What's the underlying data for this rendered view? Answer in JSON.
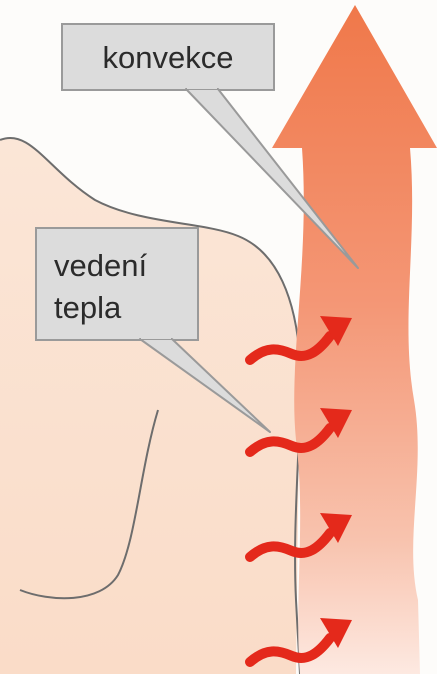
{
  "labels": {
    "convection": "konvekce",
    "conduction_line1": "vedení",
    "conduction_line2": "tepla"
  },
  "colors": {
    "background": "#fdfcfa",
    "skin": "#fbe3d2",
    "body_outline": "#6d6d6d",
    "arrow_top": "#f0784a",
    "arrow_bottom": "#fde9e1",
    "wavy_heat_arrow": "#e4291b",
    "callout_fill": "#dcdcdc",
    "callout_border": "#9a9a9a",
    "text": "#2b2b2b"
  },
  "icons": {
    "large_arrow": "convection-up-arrow",
    "small_arrows": "wavy-heat-arrow"
  },
  "wavy_arrow_count": 4
}
